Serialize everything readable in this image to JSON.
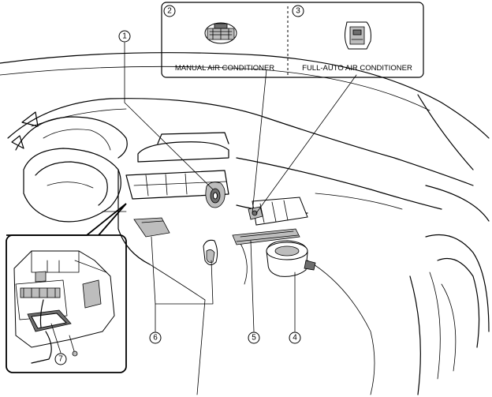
{
  "variants": {
    "manual": {
      "number": "2",
      "label": "MANUAL AIR CONDITIONER"
    },
    "fullauto": {
      "number": "3",
      "label": "FULL-AUTO AIR CONDITIONER"
    }
  },
  "callouts": {
    "c1": "1",
    "c4": "4",
    "c5": "5",
    "c6": "6",
    "c7": "7"
  }
}
